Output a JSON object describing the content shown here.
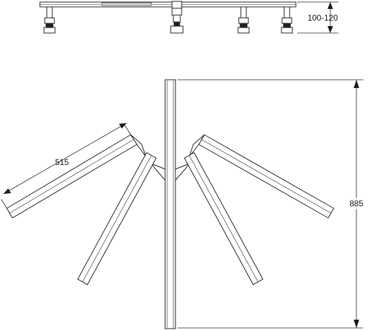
{
  "dimensions": {
    "leg_height": "100-120",
    "arm_length": "515",
    "frame_length": "885"
  },
  "colors": {
    "line": "#1a1a1a",
    "bar_fill": "#ffffff",
    "background": "#ffffff"
  }
}
